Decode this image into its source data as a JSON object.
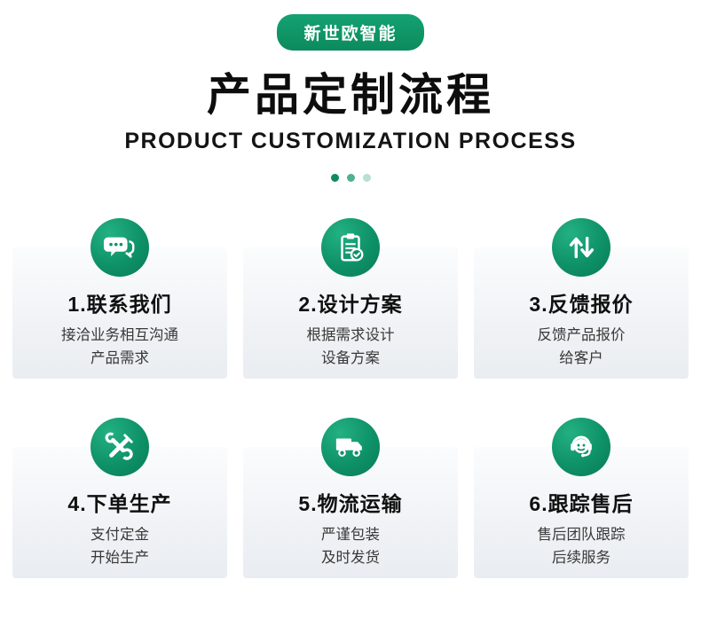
{
  "colors": {
    "accent_green": "#0e9167",
    "accent_green_dark": "#0a7b53",
    "badge_green": "#0f9c6b",
    "card_bg_top": "#fbfcfd",
    "card_bg_bottom": "#e9edf1",
    "dot_colors": [
      "#0d8c61",
      "#4fb191",
      "#b7e0d2"
    ]
  },
  "header": {
    "badge": "新世欧智能",
    "title": "产品定制流程",
    "subtitle": "PRODUCT CUSTOMIZATION PROCESS"
  },
  "steps": [
    {
      "title": "1.联系我们",
      "icon": "chat-icon",
      "desc": [
        "接洽业务相互沟通",
        "产品需求"
      ]
    },
    {
      "title": "2.设计方案",
      "icon": "clipboard-icon",
      "desc": [
        "根据需求设计",
        "设备方案"
      ]
    },
    {
      "title": "3.反馈报价",
      "icon": "arrows-icon",
      "desc": [
        "反馈产品报价",
        "给客户"
      ]
    },
    {
      "title": "4.下单生产",
      "icon": "tools-icon",
      "desc": [
        "支付定金",
        "开始生产"
      ]
    },
    {
      "title": "5.物流运输",
      "icon": "truck-icon",
      "desc": [
        "严谨包装",
        "及时发货"
      ]
    },
    {
      "title": "6.跟踪售后",
      "icon": "headset-icon",
      "desc": [
        "售后团队跟踪",
        "后续服务"
      ]
    }
  ]
}
